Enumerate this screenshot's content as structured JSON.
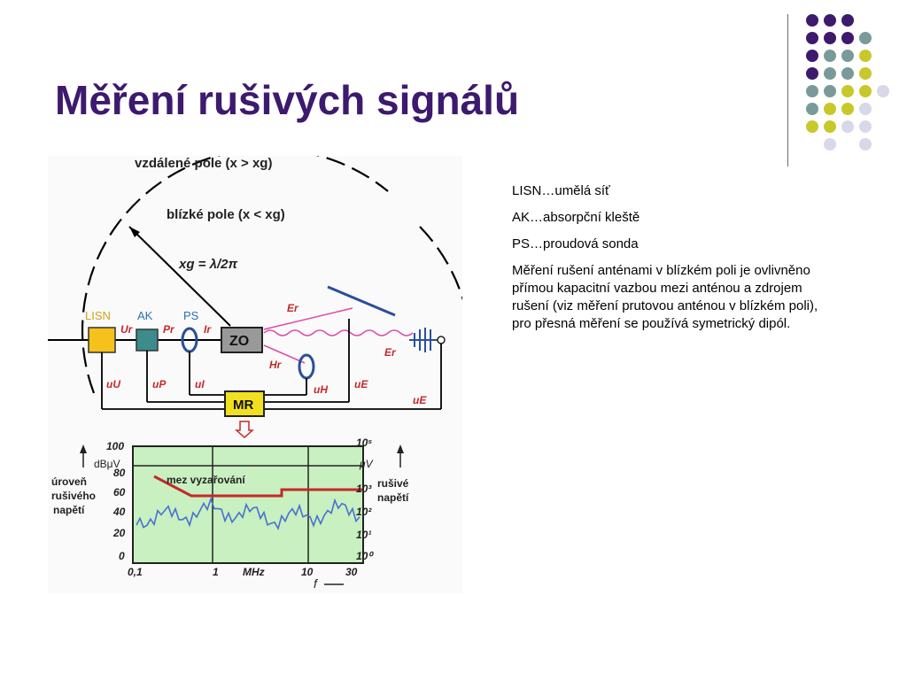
{
  "slide": {
    "title": "Měření rušivých signálů"
  },
  "notes": [
    "LISN…umělá síť",
    "AK…absorpční kleště",
    "PS…proudová sonda",
    "Měření rušení anténami v blízkém poli je ovlivněno přímou kapacitní vazbou mezi anténou a zdrojem rušení (viz měření prutovou anténou v blízkém poli), pro přesná měření se používá symetrický dipól."
  ],
  "figure": {
    "far_field": "vzdálené pole (x > xg)",
    "near_field": "blízké pole (x < xg)",
    "formula": "xg = λ/2π",
    "blocks": {
      "lisn": "LISN",
      "ak": "AK",
      "ps": "PS",
      "zo": "ZO",
      "mr": "MR"
    },
    "signals": {
      "ur": "Ur",
      "pr": "Pr",
      "ir": "Ir",
      "er_top": "Er",
      "hr": "Hr",
      "er_mid": "Er",
      "uu": "uU",
      "up": "uP",
      "ui": "uI",
      "uh": "uH",
      "ue": "uE",
      "ue2": "uE"
    },
    "chart": {
      "left_axis": [
        "100",
        "dBμV",
        "60",
        "40",
        "20",
        "0"
      ],
      "y80": "80",
      "right_axis": [
        "10⁵",
        "μV",
        "10³",
        "10²",
        "10¹",
        "10⁰"
      ],
      "x_ticks": [
        "0,1",
        "1",
        "MHz",
        "10",
        "30"
      ],
      "limit_label": "mez vyzařování",
      "left_caption": [
        "úroveň",
        "rušivého",
        "napětí"
      ],
      "right_caption": [
        "rušivé",
        "napětí"
      ],
      "f_label": "f"
    },
    "colors": {
      "lisn": "#f5c21b",
      "ak": "#3c8c8c",
      "chart_bg": "#c8f0c0",
      "limit": "#c62828",
      "noise": "#4a6fd1",
      "field": "#e04aa8"
    }
  },
  "decor": {
    "dots": [
      [
        "#3d1a6e",
        "#3d1a6e",
        "#3d1a6e",
        ""
      ],
      [
        "#3d1a6e",
        "#3d1a6e",
        "#3d1a6e",
        "#7a9a9a"
      ],
      [
        "#3d1a6e",
        "#7a9a9a",
        "#7a9a9a",
        "#c9c82a"
      ],
      [
        "#3d1a6e",
        "#7a9a9a",
        "#7a9a9a",
        "#c9c82a"
      ],
      [
        "#7a9a9a",
        "#7a9a9a",
        "#c9c82a",
        "#c9c82a",
        "#d8d8ea"
      ],
      [
        "#7a9a9a",
        "#c9c82a",
        "#c9c82a",
        "#d8d8ea"
      ],
      [
        "#c9c82a",
        "#c9c82a",
        "#d8d8ea",
        "#d8d8ea"
      ],
      [
        "",
        "#d8d8ea",
        "",
        "#d8d8ea"
      ]
    ]
  }
}
